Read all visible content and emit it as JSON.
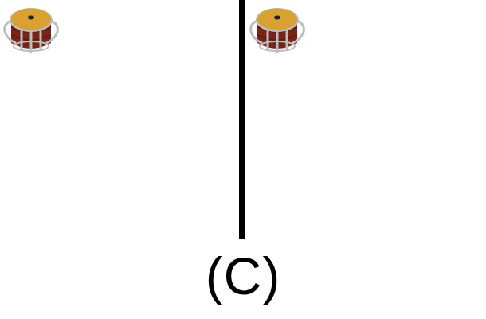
{
  "figure": {
    "label": "(C)",
    "panels": [
      {
        "id": "left",
        "icon": "drum-icon"
      },
      {
        "id": "right",
        "icon": "drum-icon"
      }
    ]
  },
  "colors": {
    "divider": "#000000",
    "drum_head": "#D9A032",
    "drum_shell": "#7A2418",
    "drum_hardware": "#BDBDBD",
    "background": "#FFFFFF"
  }
}
